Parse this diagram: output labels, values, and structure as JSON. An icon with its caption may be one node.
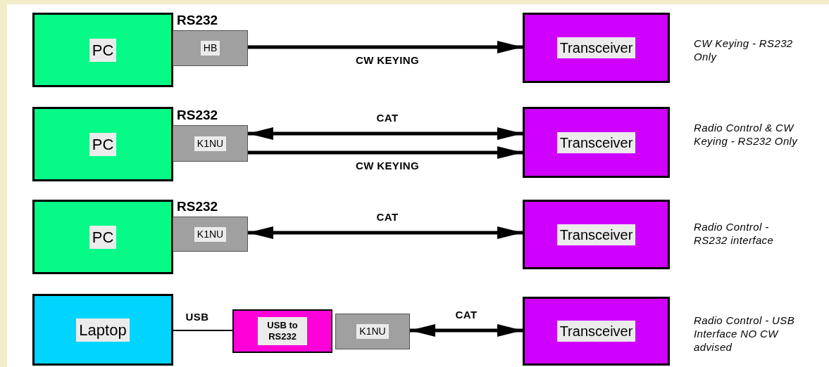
{
  "diagram": {
    "nodes": [
      {
        "text": [
          "PC"
        ]
      },
      {
        "text": [
          "HB"
        ],
        "beside": [
          "RS232"
        ]
      },
      {
        "text": [
          "Transceiver"
        ]
      },
      {
        "text": [
          "PC"
        ]
      },
      {
        "text": [
          "K1NU"
        ],
        "beside": [
          "RS232"
        ]
      },
      {
        "text": [
          "Transceiver"
        ]
      },
      {
        "text": [
          "PC"
        ]
      },
      {
        "text": [
          "K1NU"
        ],
        "beside": [
          "RS232"
        ]
      },
      {
        "text": [
          "Transceiver"
        ]
      },
      {
        "text": [
          "Laptop"
        ]
      },
      {
        "text": [
          "USB to RS232"
        ]
      },
      {
        "text": [
          "K1NU"
        ]
      },
      {
        "text": [
          "Transceiver"
        ]
      }
    ],
    "edges": [
      {
        "from": 1,
        "to": 2,
        "arrow": "to",
        "label": "CW KEYING"
      },
      {
        "from": 4,
        "to": 5,
        "arrow": "both",
        "label": "CAT"
      },
      {
        "from": 4,
        "to": 5,
        "arrow": "to",
        "label": "CW KEYING"
      },
      {
        "from": 7,
        "to": 8,
        "arrow": "both",
        "label": "CAT"
      },
      {
        "from": 9,
        "to": 10,
        "arrow": "none",
        "label": "USB"
      },
      {
        "from": 11,
        "to": 12,
        "arrow": "both",
        "label": "CAT"
      }
    ],
    "labels": [
      "CW Keying - RS232 Only",
      "Radio Control & CW Keying - RS232 Only",
      "Radio Control - RS232 interface",
      "Radio Control - USB Interface NO CW advised"
    ]
  }
}
